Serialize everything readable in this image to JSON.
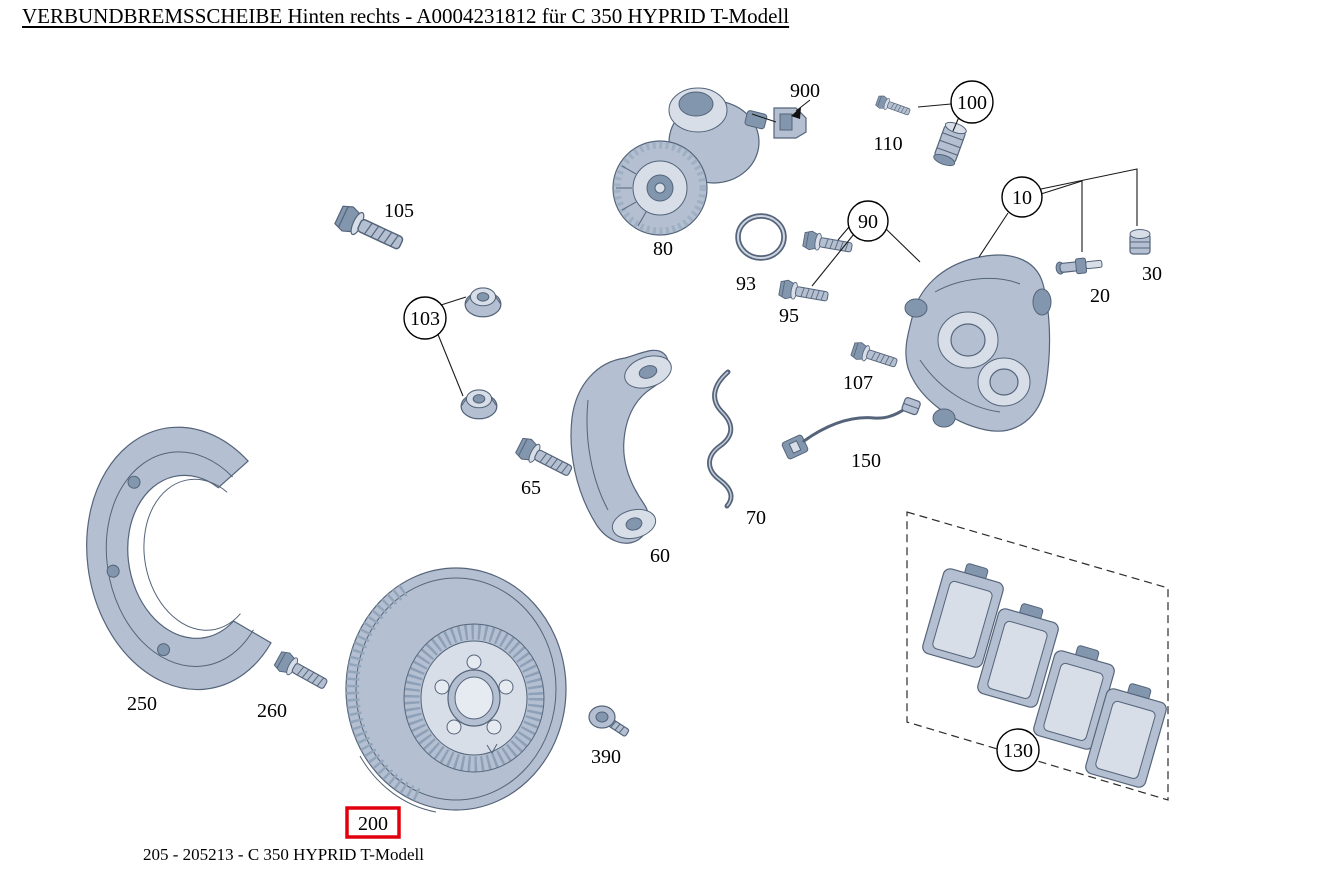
{
  "page": {
    "title": "VERBUNDBREMSSCHEIBE Hinten rechts - A0004231812 für C 350 HYPRID T-Modell",
    "footer": "205 - 205213 - C 350 HYPRID T-Modell"
  },
  "colors": {
    "part_light": "#d7dee8",
    "part_mid": "#b4c0d1",
    "part_dark": "#8296ad",
    "part_stroke": "#55647a",
    "leader": "#1a1a1a",
    "highlight": "#e2000f"
  },
  "callouts": {
    "highlighted_callout": "200",
    "n900": "900",
    "n100": "100",
    "n110": "110",
    "n105": "105",
    "n103": "103",
    "n80": "80",
    "n93": "93",
    "n90": "90",
    "n95": "95",
    "n10": "10",
    "n30": "30",
    "n20": "20",
    "n107": "107",
    "n150": "150",
    "n65": "65",
    "n70": "70",
    "n60": "60",
    "n250": "250",
    "n260": "260",
    "n200": "200",
    "n390": "390",
    "n130": "130"
  }
}
